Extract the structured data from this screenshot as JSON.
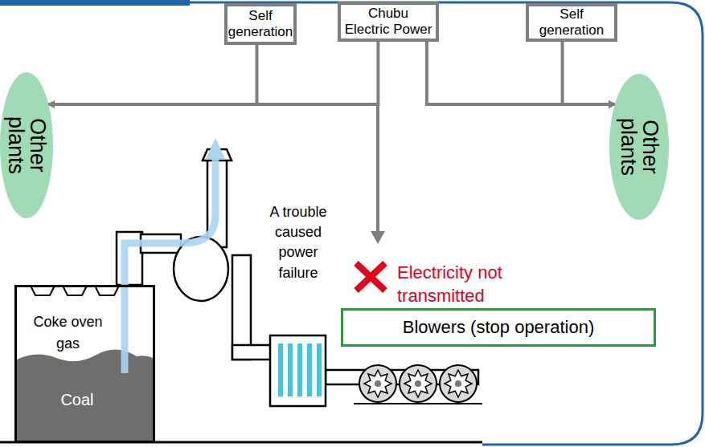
{
  "diagram": {
    "nodes": [
      {
        "text": [
          "Self generation"
        ]
      },
      {
        "text": [
          "Chubu Electric Power"
        ]
      },
      {
        "text": [
          "Self generation"
        ]
      },
      {
        "text": [
          "Other plants"
        ]
      },
      {
        "text": [
          "Other plants"
        ]
      },
      {
        "text": [
          "Coke oven gas",
          "Coal"
        ]
      },
      {
        "text": [
          "Blowers (stop operation)"
        ]
      }
    ],
    "edges": [
      {
        "from": 0,
        "to": 3,
        "arrow": "to"
      },
      {
        "from": 1,
        "to": 3,
        "arrow": "to"
      },
      {
        "from": 1,
        "to": 4,
        "arrow": "to"
      },
      {
        "from": 2,
        "to": 4,
        "arrow": "to"
      }
    ],
    "labels": [
      "A trouble caused power failure",
      "Electricity not transmitted"
    ]
  }
}
